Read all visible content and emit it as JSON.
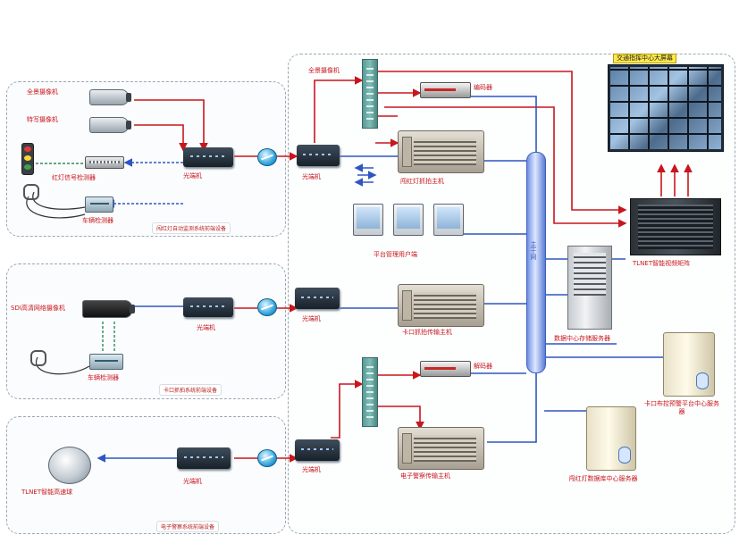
{
  "colors": {
    "wire_red": "#c8161d",
    "wire_blue": "#2f56c0",
    "zone_border": "#9aa7b2",
    "label": "#c8161d"
  },
  "labels": {
    "cam_panorama_1": "全景摄像机",
    "cam_feature_1": "特写摄像机",
    "signal_detector": "红灯信号检测器",
    "vehicle_detector_1": "车辆检测器",
    "fiber_1": "光端机",
    "zone1_caption": "闯红灯自动监测系统前端设备",
    "cam_panorama_2": "全景摄像机",
    "fiber_2": "光端机",
    "decoder_1": "编码器",
    "host_red": "闯红灯抓拍主机",
    "platform_users": "平台管理用户端",
    "bus": "主干网",
    "cam_hd": "SDI高清网络摄像机",
    "fiber_3": "光端机",
    "vehicle_detector_2": "车辆检测器",
    "zone2_caption": "卡口抓拍系统前端设备",
    "fiber_4": "光端机",
    "host_checkpoint": "卡口抓拍传输主机",
    "tower_server": "数据中心存储服务器",
    "decoder_2": "解码器",
    "checkpoint_server": "卡口布控预警平台中心服务器",
    "dome_cam": "TLNET智能高速球",
    "fiber_5": "光端机",
    "zone3_caption": "电子警察系统前端设备",
    "fiber_6": "光端机",
    "host_epolice": "电子警察传输主机",
    "red_server": "闯红灯数据库中心服务器",
    "video_wall_title": "交通指挥中心大屏幕",
    "matrix_switch": "TLNET智能视频矩阵"
  }
}
